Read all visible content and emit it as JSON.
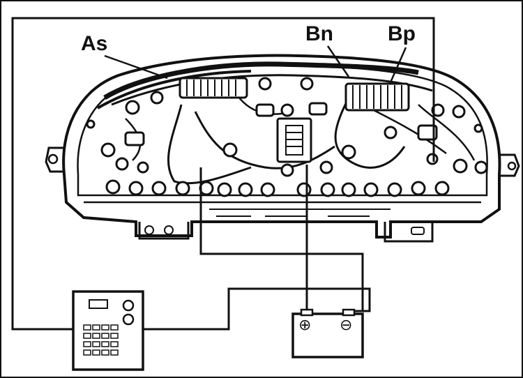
{
  "labels": {
    "as": "As",
    "bn": "Bn",
    "bp": "Bp"
  },
  "battery": {
    "positive": "⊕",
    "negative": "⊖"
  },
  "colors": {
    "ink": "#111111",
    "paper": "#ffffff"
  }
}
